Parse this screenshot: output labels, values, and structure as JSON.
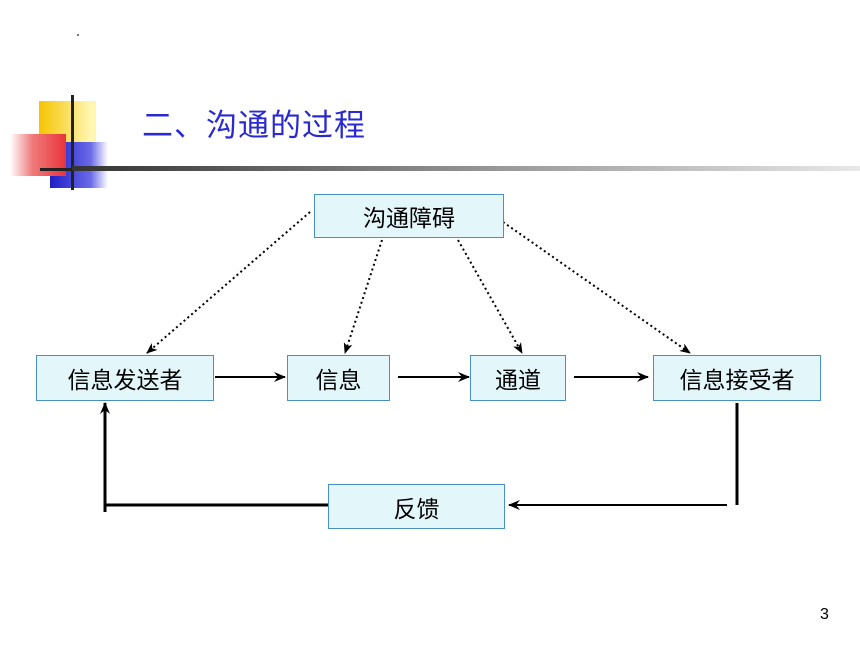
{
  "slide": {
    "title": "二、沟通的过程",
    "page_number": "3"
  },
  "diagram": {
    "nodes": {
      "barrier": "沟通障碍",
      "sender": "信息发送者",
      "message": "信息",
      "channel": "通道",
      "receiver": "信息接受者",
      "feedback": "反馈"
    }
  },
  "colors": {
    "title": "#2a2ad0",
    "box_fill": "#e3f7fb",
    "box_border": "#4a90c8",
    "deco_yellow": "#f7d21c",
    "deco_red": "#e8343a",
    "deco_blue": "#2b2bd6"
  }
}
